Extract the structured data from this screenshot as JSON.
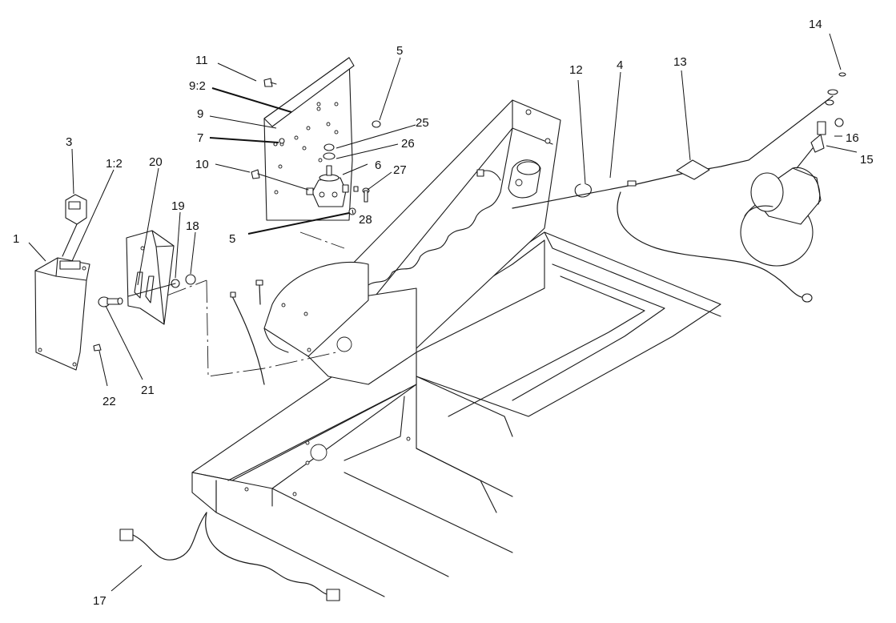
{
  "callouts": [
    {
      "id": "c1",
      "text": "1"
    },
    {
      "id": "c1-2",
      "text": "1:2"
    },
    {
      "id": "c3",
      "text": "3"
    },
    {
      "id": "c4",
      "text": "4"
    },
    {
      "id": "c5a",
      "text": "5"
    },
    {
      "id": "c5b",
      "text": "5"
    },
    {
      "id": "c6",
      "text": "6"
    },
    {
      "id": "c7",
      "text": "7"
    },
    {
      "id": "c9",
      "text": "9"
    },
    {
      "id": "c9-2",
      "text": "9:2"
    },
    {
      "id": "c10",
      "text": "10"
    },
    {
      "id": "c11",
      "text": "11"
    },
    {
      "id": "c12",
      "text": "12"
    },
    {
      "id": "c13",
      "text": "13"
    },
    {
      "id": "c14",
      "text": "14"
    },
    {
      "id": "c15",
      "text": "15"
    },
    {
      "id": "c16",
      "text": "16"
    },
    {
      "id": "c17",
      "text": "17"
    },
    {
      "id": "c18",
      "text": "18"
    },
    {
      "id": "c19",
      "text": "19"
    },
    {
      "id": "c20",
      "text": "20"
    },
    {
      "id": "c21",
      "text": "21"
    },
    {
      "id": "c22",
      "text": "22"
    },
    {
      "id": "c25",
      "text": "25"
    },
    {
      "id": "c26",
      "text": "26"
    },
    {
      "id": "c27",
      "text": "27"
    },
    {
      "id": "c28",
      "text": "28"
    }
  ]
}
